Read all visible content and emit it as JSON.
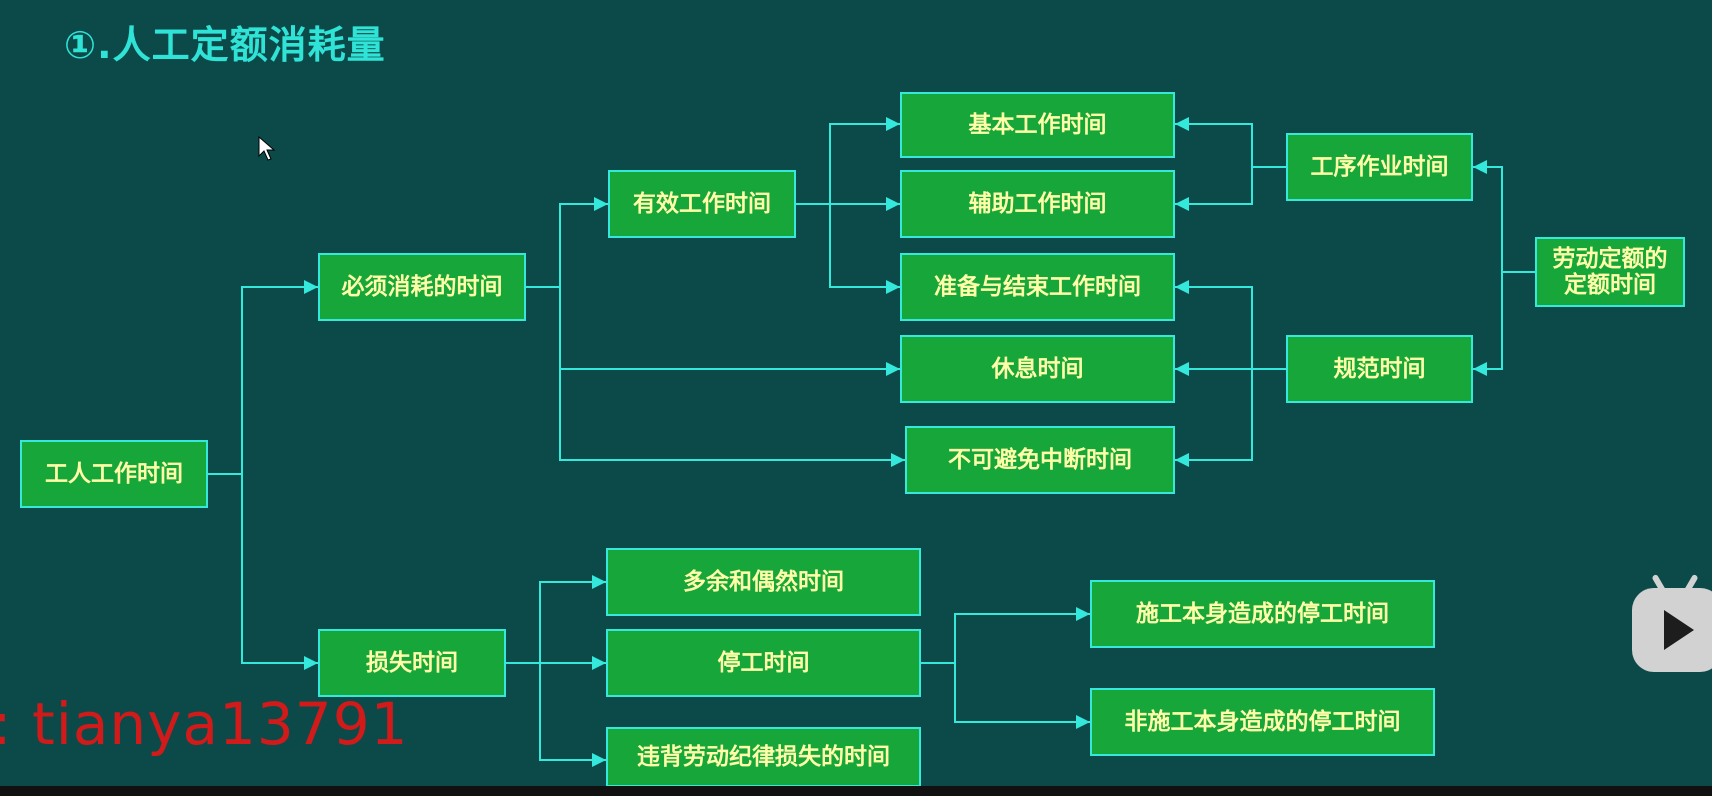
{
  "title": "①.人工定额消耗量",
  "colors": {
    "background": "#0c4a49",
    "box_fill": "#16a63a",
    "box_border": "#35e8dc",
    "box_text": "#ffffa8",
    "title": "#2fe3d6",
    "connector": "#35e8dc",
    "watermark": "#d11a1a"
  },
  "nodes": {
    "worker_time": "工人工作时间",
    "required_time": "必须消耗的时间",
    "loss_time": "损失时间",
    "effective_time": "有效工作时间",
    "basic_time": "基本工作时间",
    "auxiliary_time": "辅助工作时间",
    "prep_finish_time": "准备与结束工作时间",
    "rest_time": "休息时间",
    "unavoidable_break": "不可避免中断时间",
    "process_time": "工序作业时间",
    "norm_time": "规范时间",
    "labor_quota_time": "劳动定额的定额时间",
    "excess_time": "多余和偶然时间",
    "stoppage_time": "停工时间",
    "discipline_loss": "违背劳动纪律损失的时间",
    "stoppage_construction": "施工本身造成的停工时间",
    "stoppage_nonconstruction": "非施工本身造成的停工时间"
  },
  "watermark": ": tianya13791",
  "icons": {
    "cursor": "mouse-pointer-icon",
    "player": "bilibili-play-icon"
  }
}
